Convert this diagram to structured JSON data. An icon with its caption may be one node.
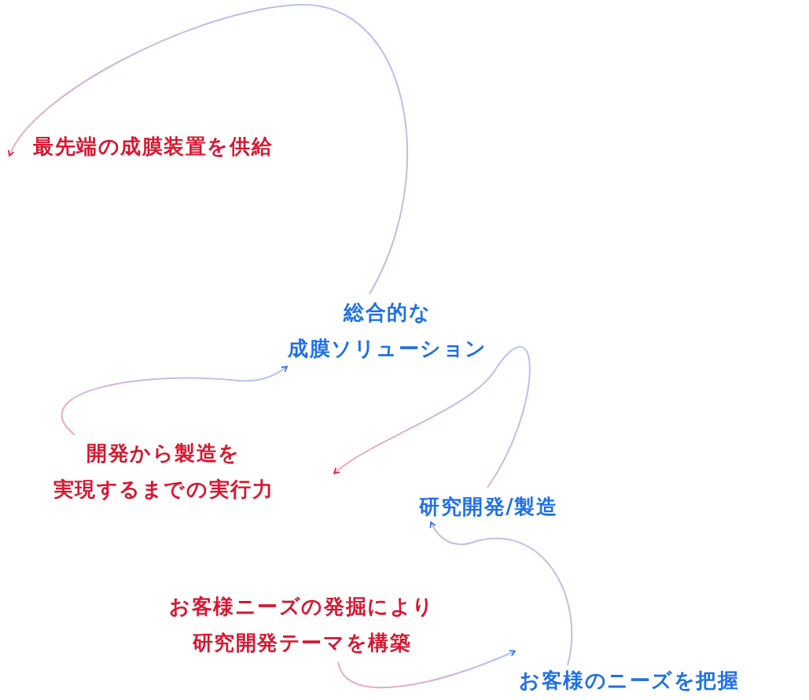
{
  "diagram": {
    "nodes": [
      {
        "text": [
          "最先端の成膜装置を供給"
        ]
      },
      {
        "text": [
          "総合的な成膜ソリューション"
        ]
      },
      {
        "text": [
          "開発から製造を実現するまでの実行力"
        ]
      },
      {
        "text": [
          "研究開発/製造"
        ]
      },
      {
        "text": [
          "お客様ニーズの発掘により研究開発テーマを構築"
        ]
      },
      {
        "text": [
          "お客様のニーズを把握"
        ]
      }
    ],
    "edges": [
      {
        "from": 4,
        "to": 5,
        "arrow": "to"
      },
      {
        "from": 5,
        "to": 3,
        "arrow": "to"
      },
      {
        "from": 3,
        "to": 2,
        "arrow": "to"
      },
      {
        "from": 2,
        "to": 1,
        "arrow": "to"
      },
      {
        "from": 1,
        "to": 0,
        "arrow": "to"
      }
    ]
  }
}
